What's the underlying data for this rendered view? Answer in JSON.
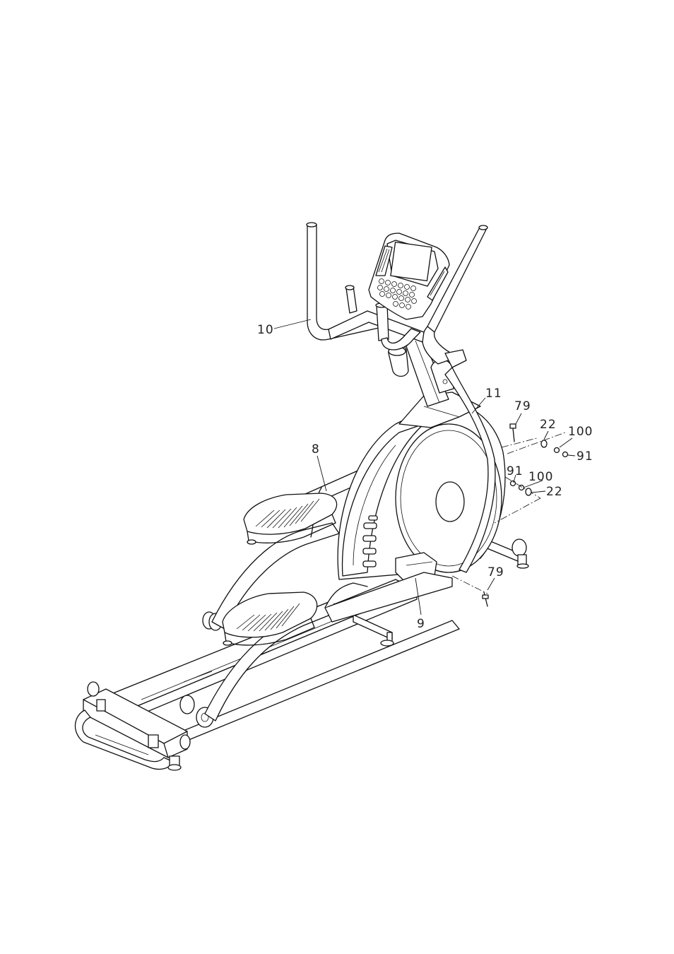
{
  "diagram": {
    "labels": {
      "l10": "10",
      "l11": "11",
      "l8": "8",
      "l9": "9",
      "l79a": "79",
      "l22a": "22",
      "l100a": "100",
      "l91a": "91",
      "l91b": "91",
      "l100b": "100",
      "l22b": "22",
      "l79b": "79"
    }
  }
}
